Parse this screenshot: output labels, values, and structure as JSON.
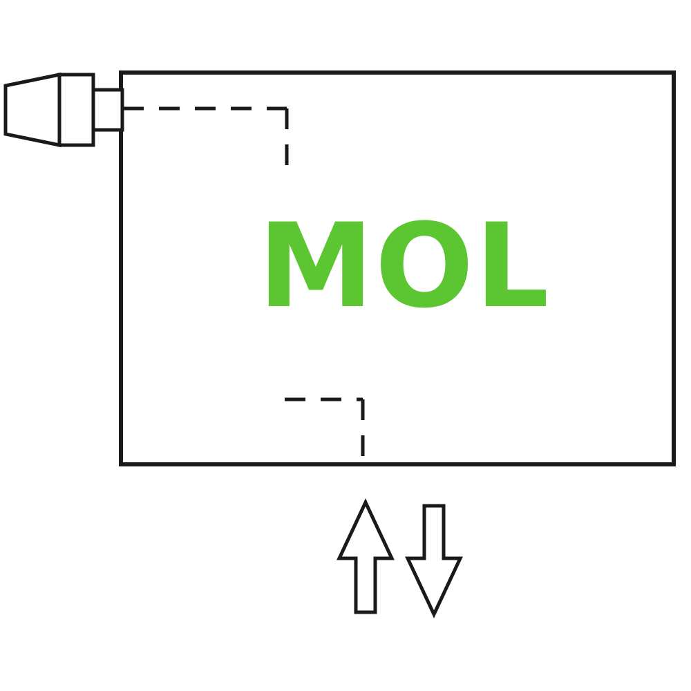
{
  "diagram": {
    "type": "radiator-connection-scheme",
    "label": "MOL",
    "colors": {
      "accent": "#5cc632",
      "line": "#1a1a1a",
      "background": "#ffffff"
    },
    "elements": {
      "panel": "radiator panel front view",
      "valve": "thermostatic valve on top left",
      "supply_pipe": "dashed internal pipe from valve, right then down",
      "return_pipe": "dashed internal pipe near bottom center exiting panel bottom",
      "flow_arrows": "up arrow and down arrow below panel indicating flow and return"
    }
  }
}
